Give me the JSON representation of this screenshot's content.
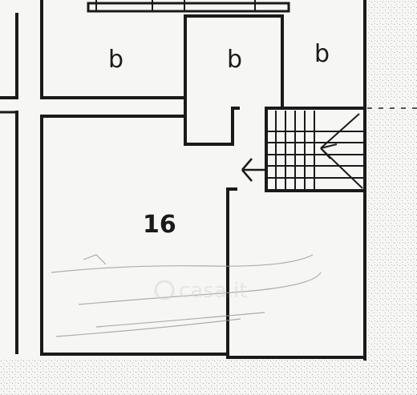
{
  "plan": {
    "room_labels": [
      "b",
      "b",
      "b"
    ],
    "unit_number": "16",
    "watermark": "casa.it"
  },
  "colors": {
    "background": "#f6f6f4",
    "wall": "#1a1a1a",
    "hatch": "#9a9a9a",
    "watermark": "#d8d8d8"
  }
}
